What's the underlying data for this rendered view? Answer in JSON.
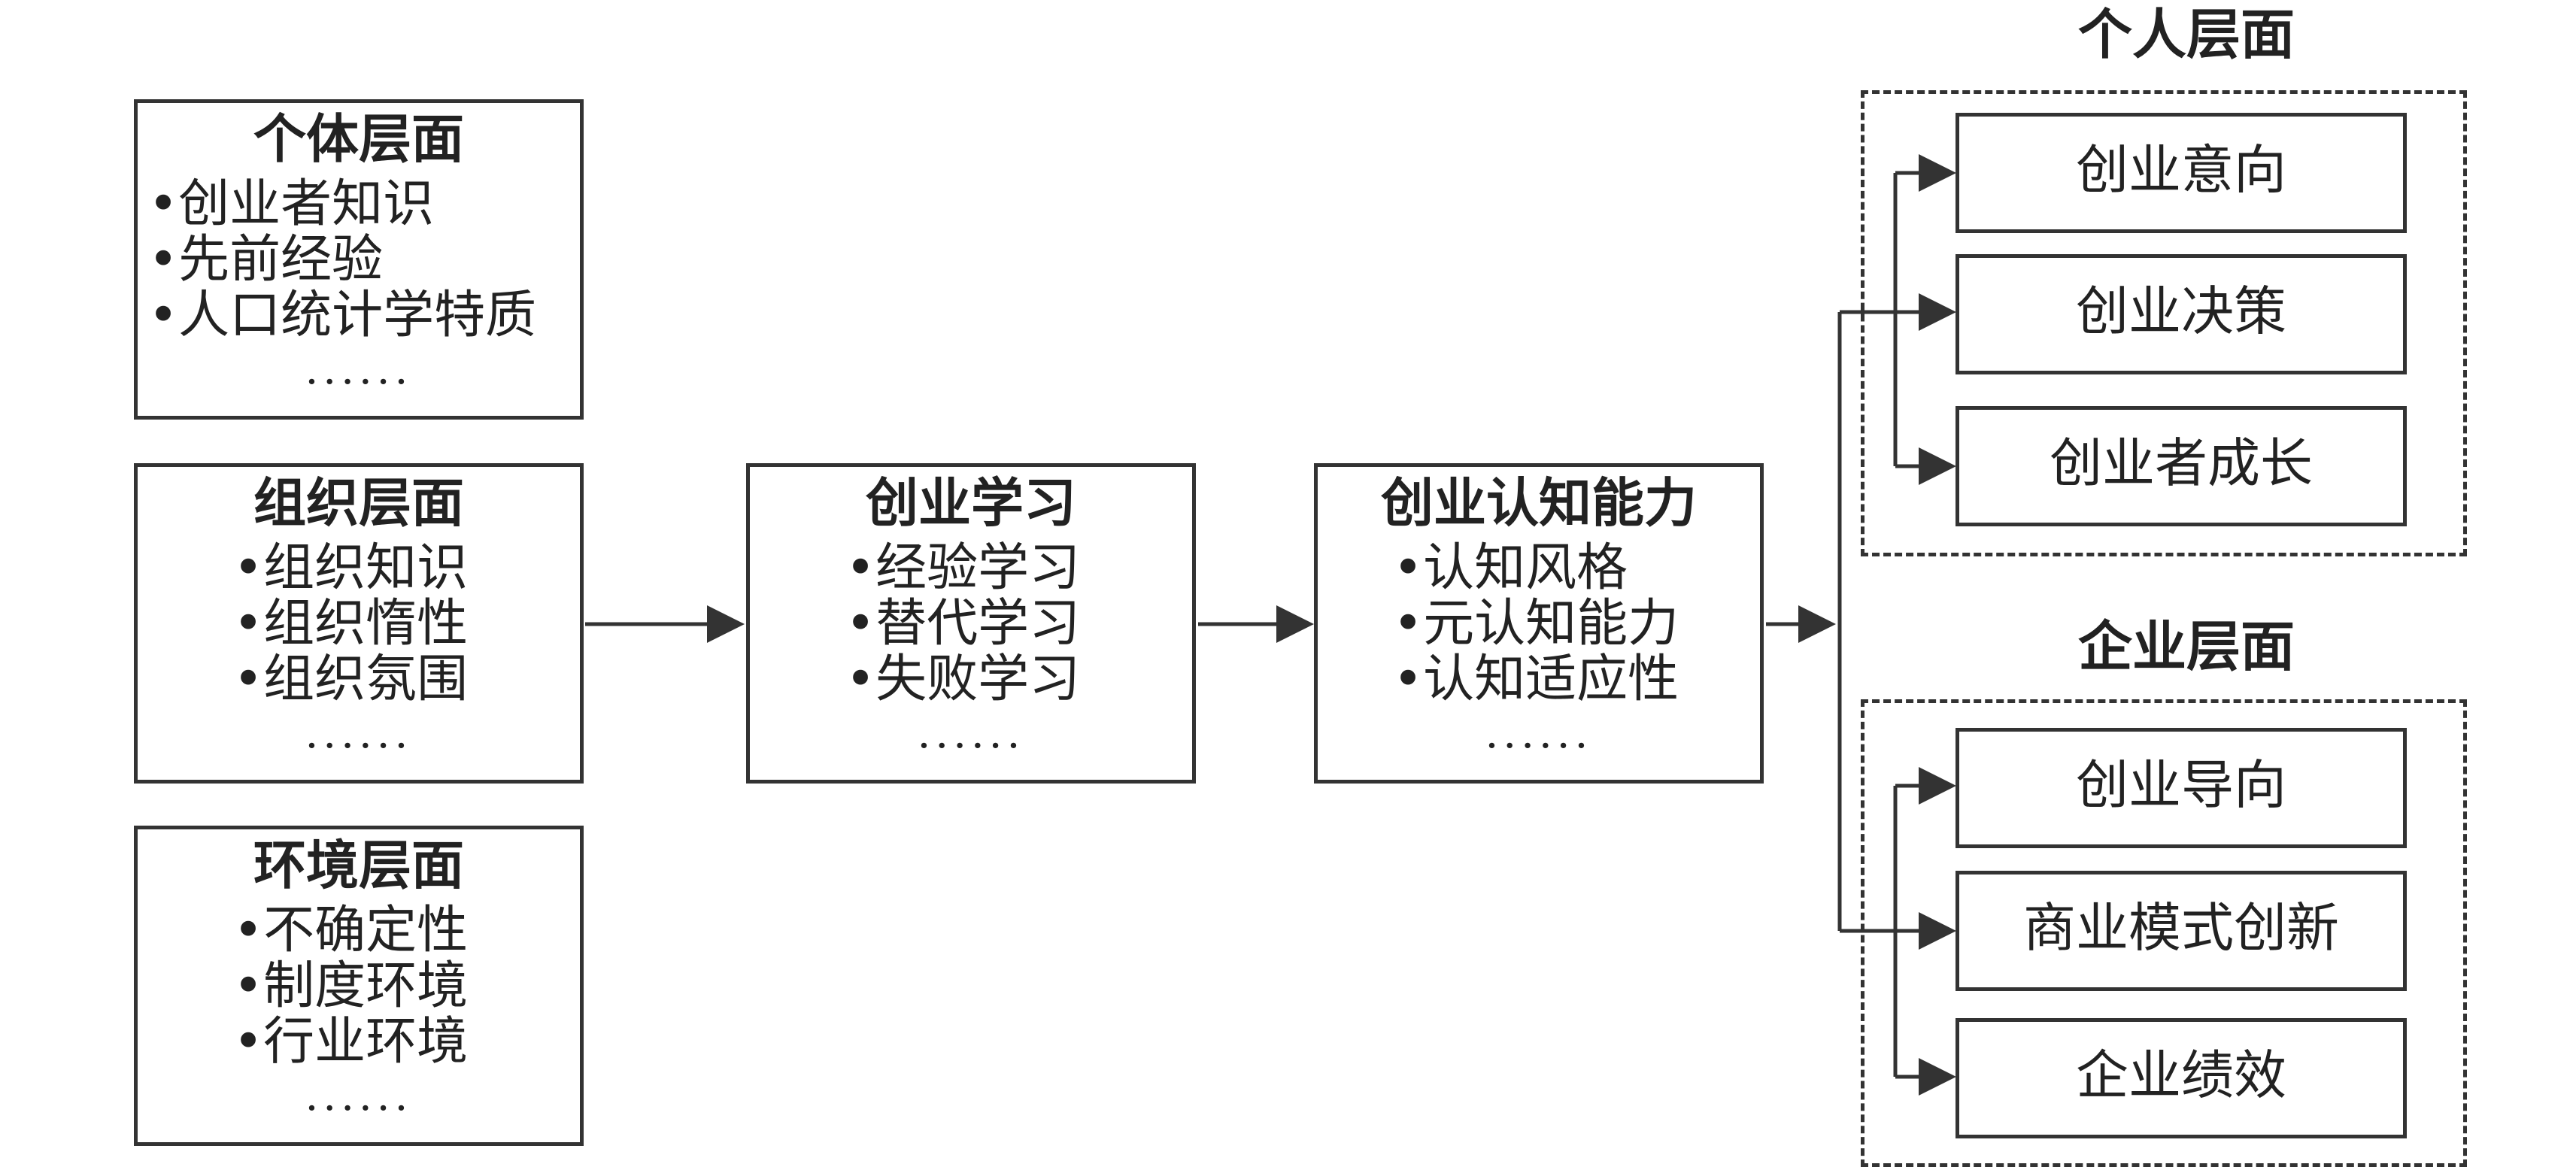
{
  "individual_level": {
    "title": "个体层面",
    "items": [
      "创业者知识",
      "先前经验",
      "人口统计学特质"
    ],
    "more": "······"
  },
  "organization_level": {
    "title": "组织层面",
    "items": [
      "组织知识",
      "组织惰性",
      "组织氛围"
    ],
    "more": "······"
  },
  "environment_level": {
    "title": "环境层面",
    "items": [
      "不确定性",
      "制度环境",
      "行业环境"
    ],
    "more": "······"
  },
  "entrepreneurial_learning": {
    "title": "创业学习",
    "items": [
      "经验学习",
      "替代学习",
      "失败学习"
    ],
    "more": "······"
  },
  "cognitive_ability": {
    "title": "创业认知能力",
    "items": [
      "认知风格",
      "元认知能力",
      "认知适应性"
    ],
    "more": "······"
  },
  "personal_outcomes": {
    "heading": "个人层面",
    "items": [
      "创业意向",
      "创业决策",
      "创业者成长"
    ]
  },
  "firm_outcomes": {
    "heading": "企业层面",
    "items": [
      "创业导向",
      "商业模式创新",
      "企业绩效"
    ]
  },
  "colors": {
    "line": "#333333",
    "text": "#222222",
    "background": "#ffffff"
  }
}
